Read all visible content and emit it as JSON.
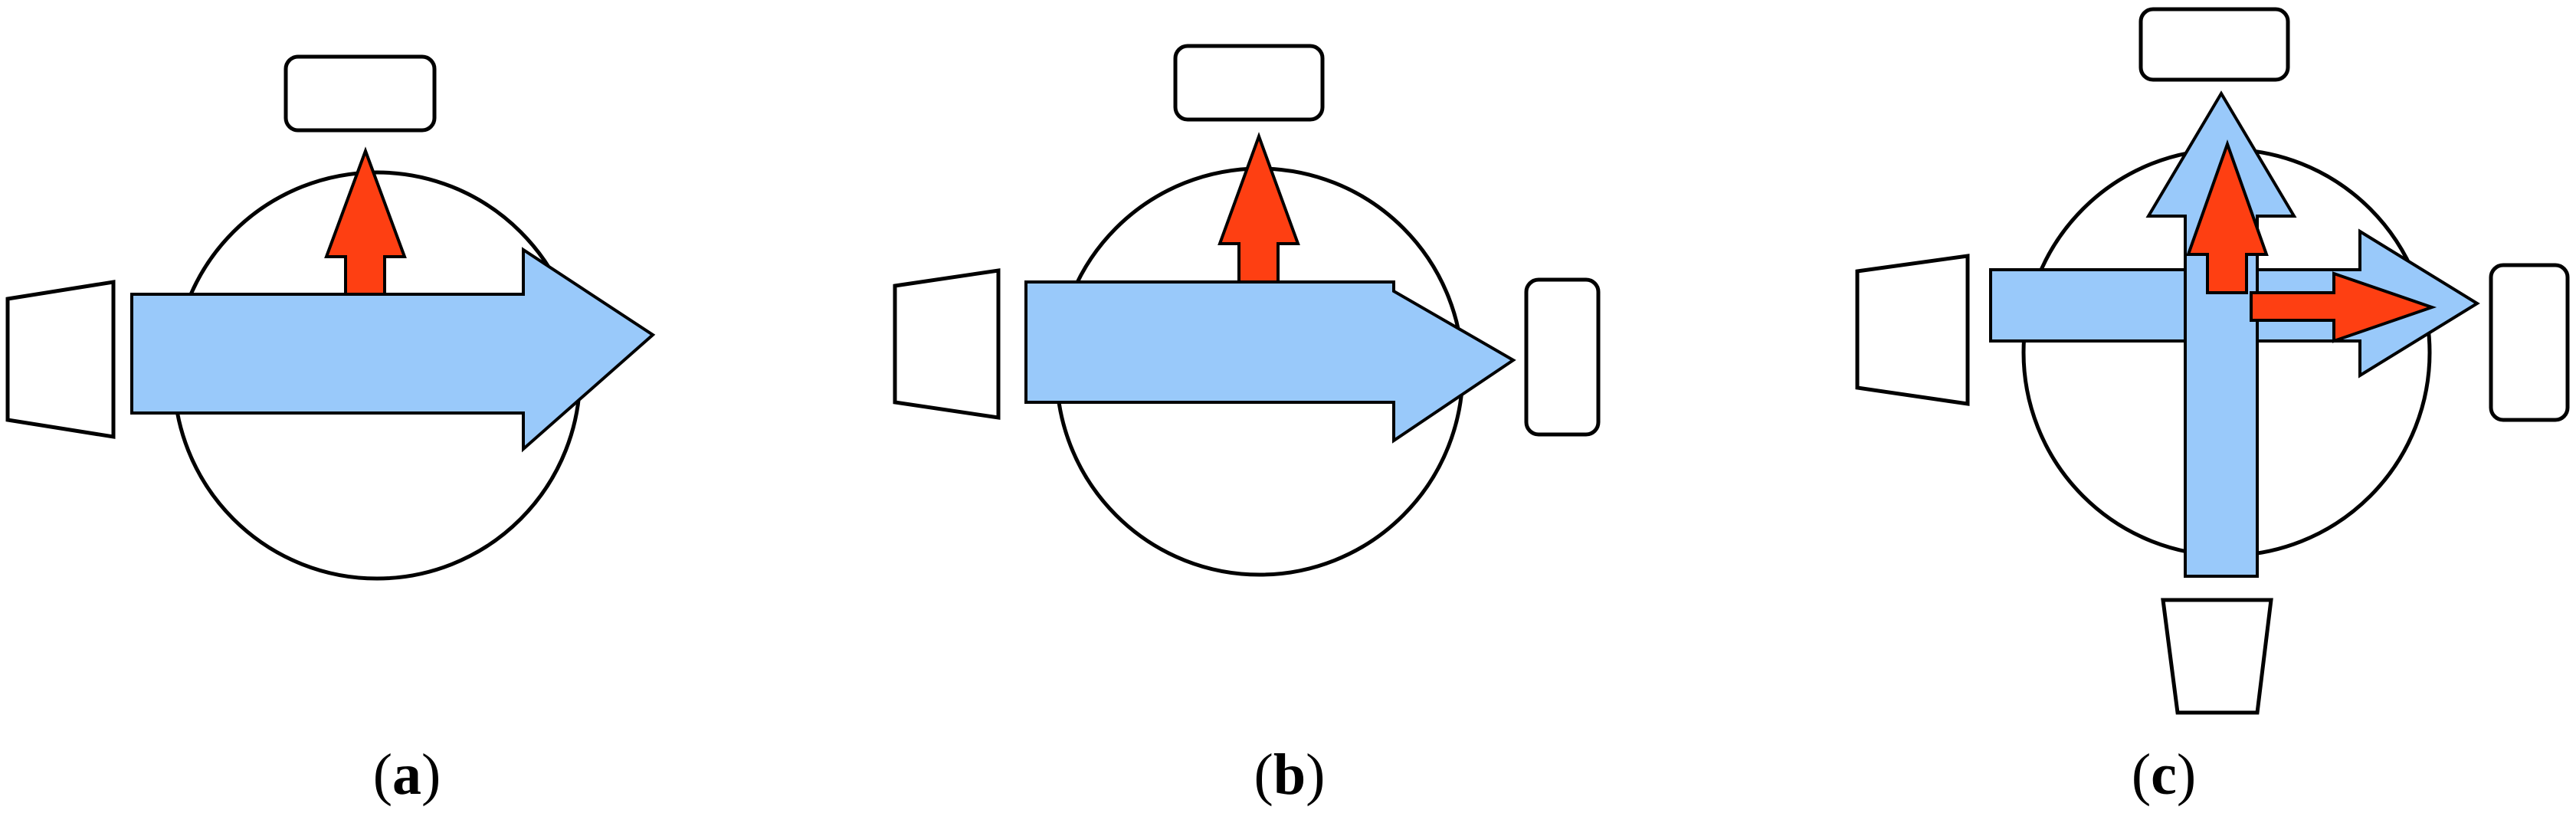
{
  "colors": {
    "beam": "#99c9fa",
    "kick": "#fe3f12",
    "outline": "#000000",
    "background": "#ffffff",
    "box_fill": "#ffffff"
  },
  "panels": [
    {
      "id": "a",
      "caption_open": "(",
      "caption_letter": "a",
      "caption_close": ")"
    },
    {
      "id": "b",
      "caption_open": "(",
      "caption_letter": "b",
      "caption_close": ")"
    },
    {
      "id": "c",
      "caption_open": "(",
      "caption_letter": "c",
      "caption_close": ")"
    }
  ]
}
